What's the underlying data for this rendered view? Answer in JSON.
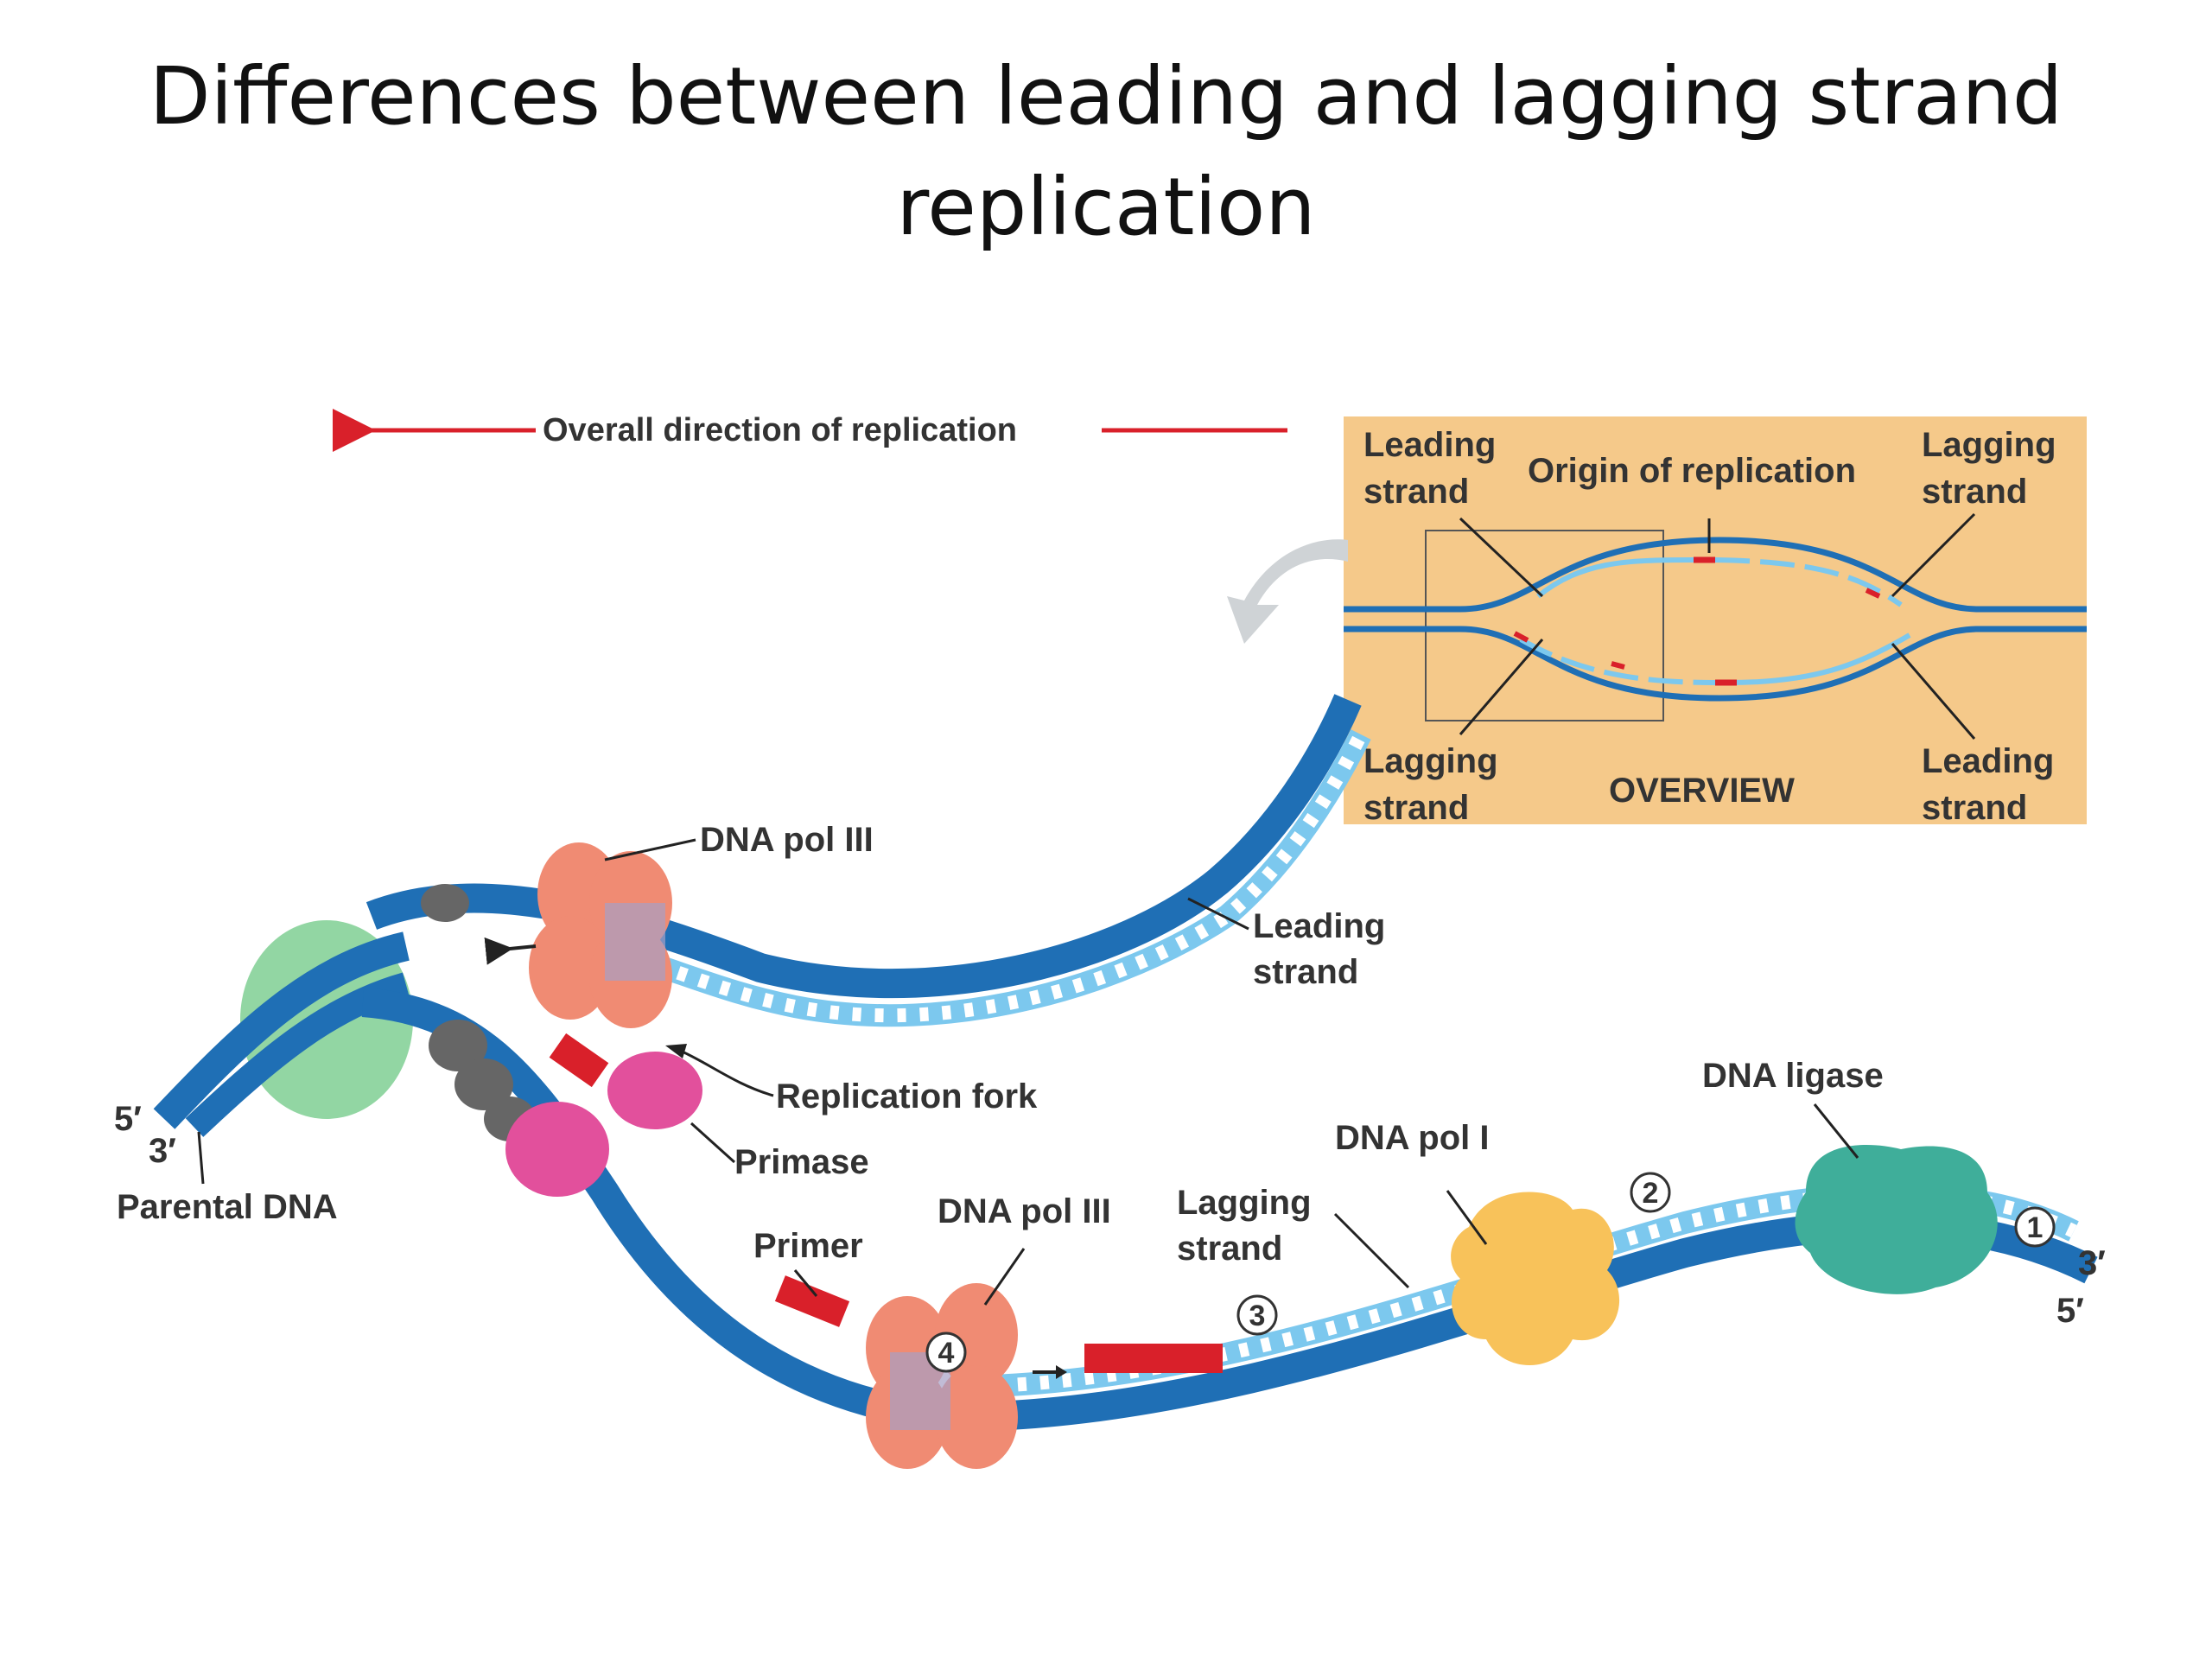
{
  "title": {
    "line1": "Differences between leading and lagging strand",
    "line2": "replication"
  },
  "diagram": {
    "direction_label": "Overall direction of replication",
    "overview": {
      "leading_top_1": "Leading",
      "leading_top_2": "strand",
      "origin": "Origin of replication",
      "lagging_top_1": "Lagging",
      "lagging_top_2": "strand",
      "lagging_bottom_1": "Lagging",
      "lagging_bottom_2": "strand",
      "overview": "OVERVIEW",
      "leading_bottom_1": "Leading",
      "leading_bottom_2": "strand"
    },
    "labels": {
      "dna_pol_iii_top": "DNA pol III",
      "leading_strand_1": "Leading",
      "leading_strand_2": "strand",
      "replication_fork": "Replication fork",
      "primase": "Primase",
      "parental_dna": "Parental DNA",
      "five_prime_left": "5′",
      "three_prime_left": "3′",
      "primer": "Primer",
      "dna_pol_iii_bottom": "DNA pol III",
      "lagging_strand_1": "Lagging",
      "lagging_strand_2": "strand",
      "dna_pol_i": "DNA pol I",
      "dna_ligase": "DNA ligase",
      "three_prime_right": "3′",
      "five_prime_right": "5′"
    },
    "steps": [
      "1",
      "2",
      "3",
      "4"
    ],
    "colors": {
      "parental_strand": "#1f6fb5",
      "new_strand": "#7cc8ee",
      "primer": "#d9202a",
      "overview_bg": "#f5c98a",
      "polymerase": "#f08b73",
      "primase": "#e2509c",
      "helicase": "#7fcf93",
      "ligase": "#3fae9a",
      "pol_i": "#f8c25a"
    }
  }
}
